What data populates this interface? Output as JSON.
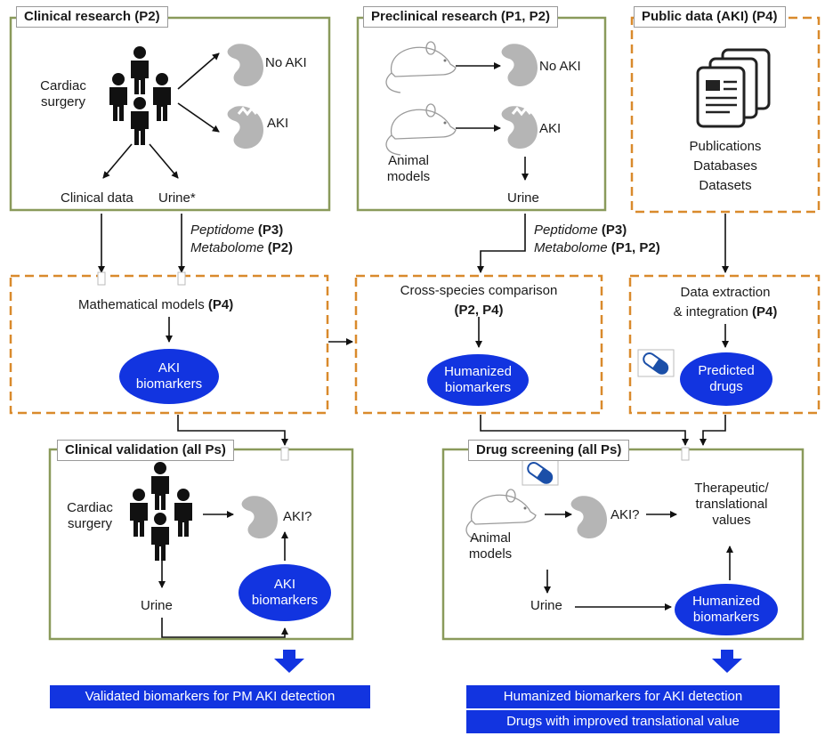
{
  "colors": {
    "green_border": "#8a9a5b",
    "orange_dash": "#d98a2c",
    "accent_blue": "#1234e0",
    "arrow": "#111111",
    "kidney": "#b5b5b5"
  },
  "clinical": {
    "title": "Clinical research (P2)",
    "cardiac": "Cardiac\nsurgery",
    "no_aki": "No AKI",
    "aki": "AKI",
    "clinical_data": "Clinical data",
    "urine": "Urine*"
  },
  "preclinical": {
    "title": "Preclinical research (P1, P2)",
    "no_aki": "No AKI",
    "aki": "AKI",
    "animal": "Animal\nmodels",
    "urine": "Urine"
  },
  "public": {
    "title": "Public data (AKI) (P4)",
    "items": [
      "Publications",
      "Databases",
      "Datasets"
    ]
  },
  "omics_left": {
    "peptidome": "Peptidome",
    "peptidome_p": "(P3)",
    "metabolome": "Metabolome",
    "metabolome_p": "(P2)"
  },
  "omics_right": {
    "peptidome": "Peptidome",
    "peptidome_p": "(P3)",
    "metabolome": "Metabolome",
    "metabolome_p": "(P1, P2)"
  },
  "models": {
    "label": "Mathematical models ",
    "label_p": "(P4)",
    "ellipse": "AKI\nbiomarkers"
  },
  "cross": {
    "line1": "Cross-species comparison",
    "line2": "(P2, P4)",
    "ellipse": "Humanized\nbiomarkers"
  },
  "extract": {
    "line1": "Data extraction",
    "line2": "& integration ",
    "line2_p": "(P4)",
    "ellipse": "Predicted\ndrugs"
  },
  "validation": {
    "title": "Clinical validation (all Ps)",
    "cardiac": "Cardiac\nsurgery",
    "aki_q": "AKI?",
    "urine": "Urine",
    "ellipse": "AKI\nbiomarkers",
    "banner": "Validated biomarkers for PM AKI detection"
  },
  "screening": {
    "title": "Drug screening (all Ps)",
    "animal": "Animal\nmodels",
    "aki_q": "AKI?",
    "thera": "Therapeutic/\ntranslational\nvalues",
    "urine": "Urine",
    "ellipse": "Humanized\nbiomarkers",
    "banner1": "Humanized biomarkers for AKI detection",
    "banner2": "Drugs with improved translational value"
  }
}
